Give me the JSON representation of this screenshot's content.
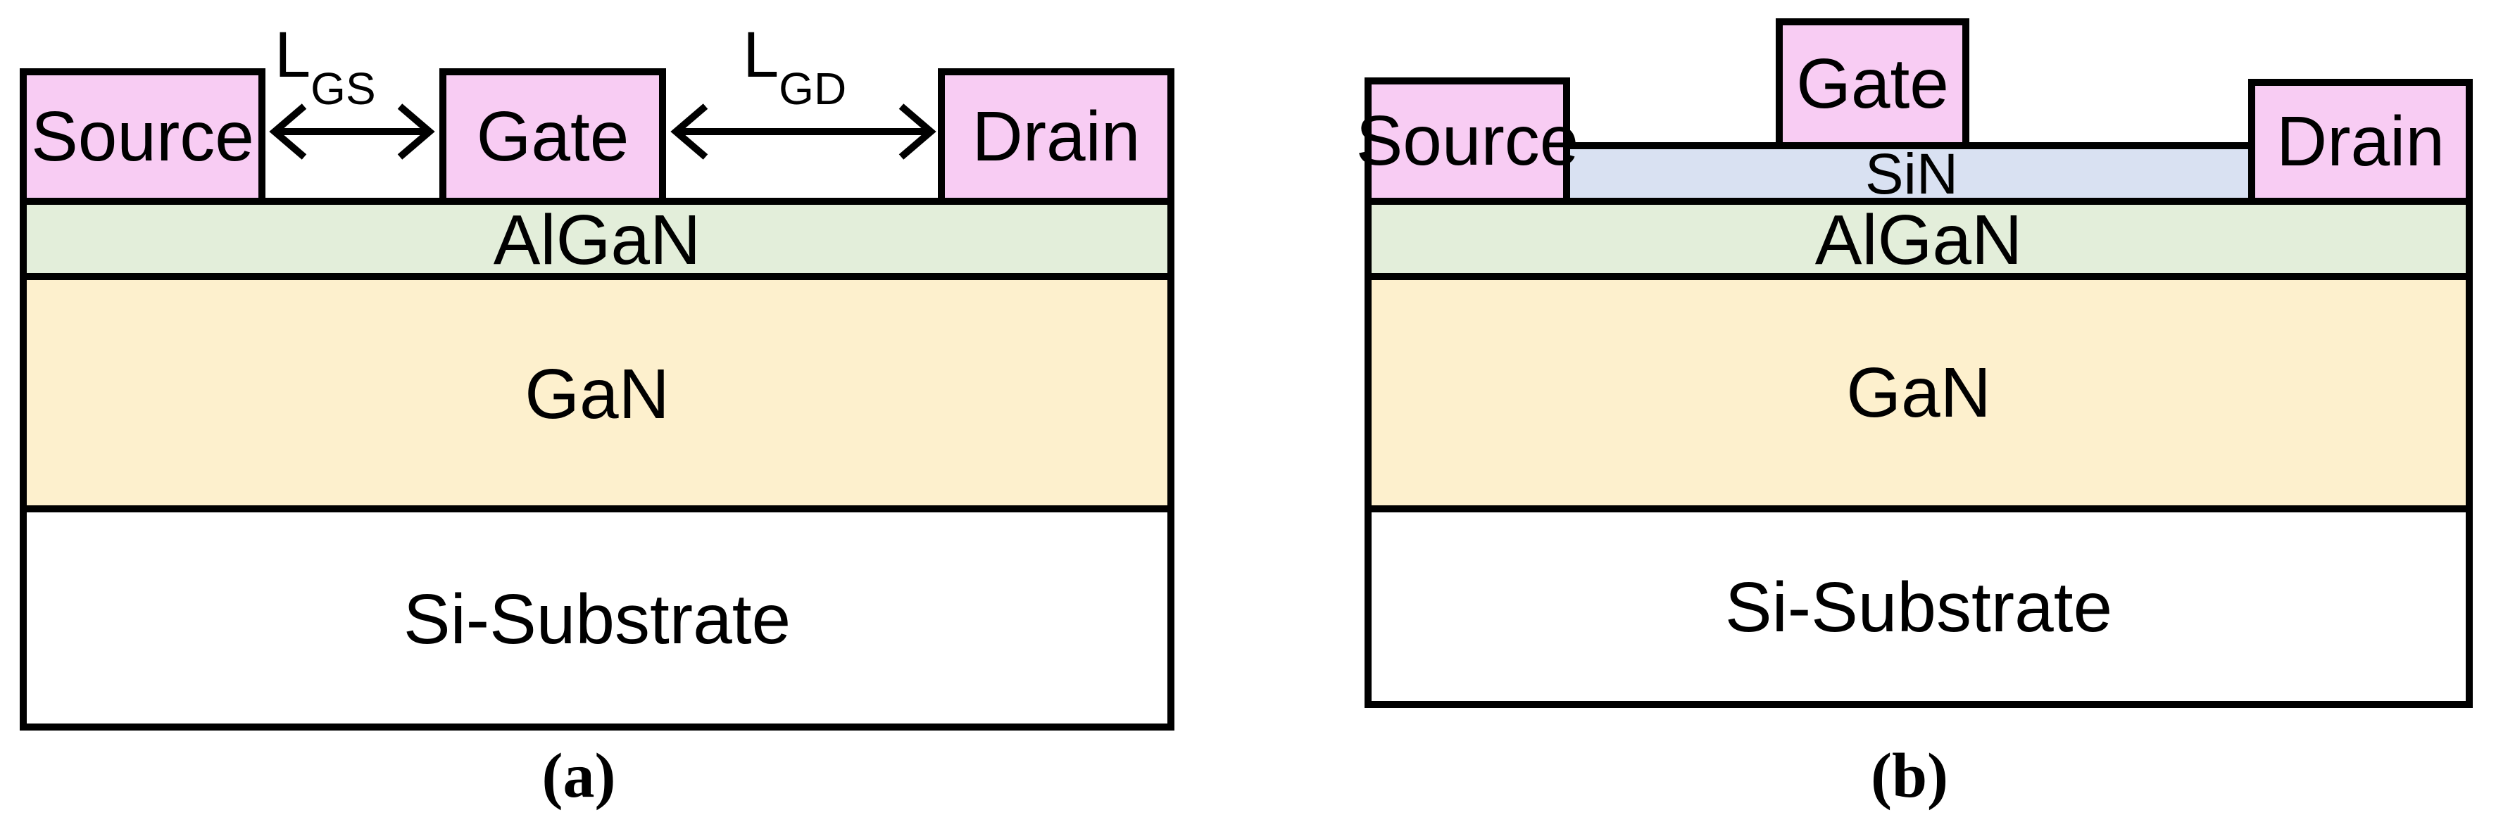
{
  "panel_a": {
    "caption": "(a)",
    "contacts": {
      "source": "Source",
      "gate": "Gate",
      "drain": "Drain"
    },
    "dimension_labels": {
      "lgs_main": "L",
      "lgs_sub": "GS",
      "lgd_main": "L",
      "lgd_sub": "GD"
    },
    "layers": {
      "algan": "AlGaN",
      "gan": "GaN",
      "substrate": "Si-Substrate"
    }
  },
  "panel_b": {
    "caption": "(b)",
    "contacts": {
      "source": "Source",
      "gate": "Gate",
      "drain": "Drain"
    },
    "layers": {
      "sin": "SiN",
      "algan": "AlGaN",
      "gan": "GaN",
      "substrate": "Si-Substrate"
    }
  },
  "colors": {
    "contact_fill": "#f8ccf3",
    "sin_fill": "#d9e1f2",
    "algan_fill": "#e3eeda",
    "gan_fill": "#fdf0cd",
    "substrate_fill": "#ffffff",
    "outline": "#000000"
  }
}
